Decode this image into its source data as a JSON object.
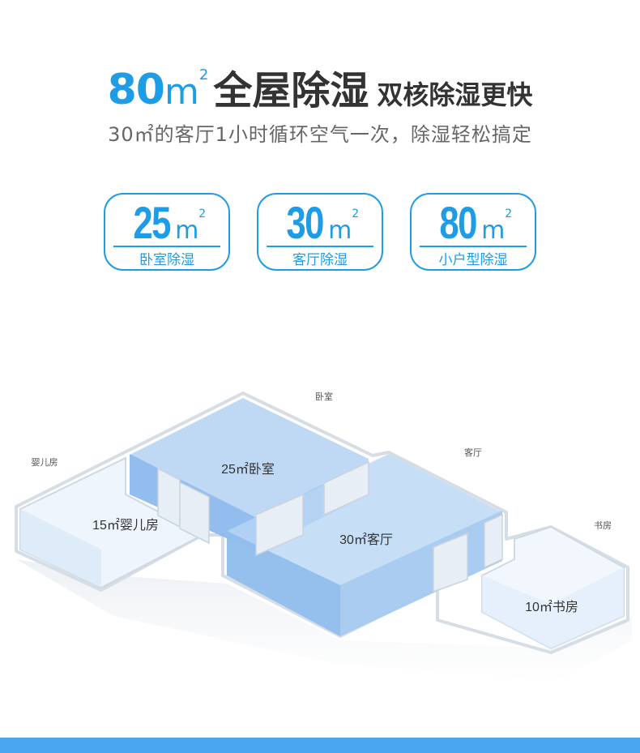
{
  "headline": {
    "number": "80",
    "unit": "m",
    "sup": "2",
    "title": "全屋除湿",
    "subtitle": "双核除湿更快"
  },
  "subheadline": "30㎡的客厅1小时循环空气一次，除湿轻松搞定",
  "badges": [
    {
      "number": "25",
      "unit": "m",
      "sup": "2",
      "label": "卧室除湿"
    },
    {
      "number": "30",
      "unit": "m",
      "sup": "2",
      "label": "客厅除湿"
    },
    {
      "number": "80",
      "unit": "m",
      "sup": "2",
      "label": "小户型除湿"
    }
  ],
  "floorplan": {
    "room_labels": {
      "bedroom": "卧室",
      "nursery": "婴儿房",
      "living": "客厅",
      "study": "书房"
    },
    "area_labels": {
      "bedroom": "25㎡卧室",
      "nursery": "15㎡婴儿房",
      "living": "30㎡客厅",
      "study": "10㎡书房"
    }
  },
  "colors": {
    "accent": "#1f9ce6",
    "text_dark": "#333333",
    "text_gray": "#666666",
    "bar": "#4aa6ef"
  }
}
